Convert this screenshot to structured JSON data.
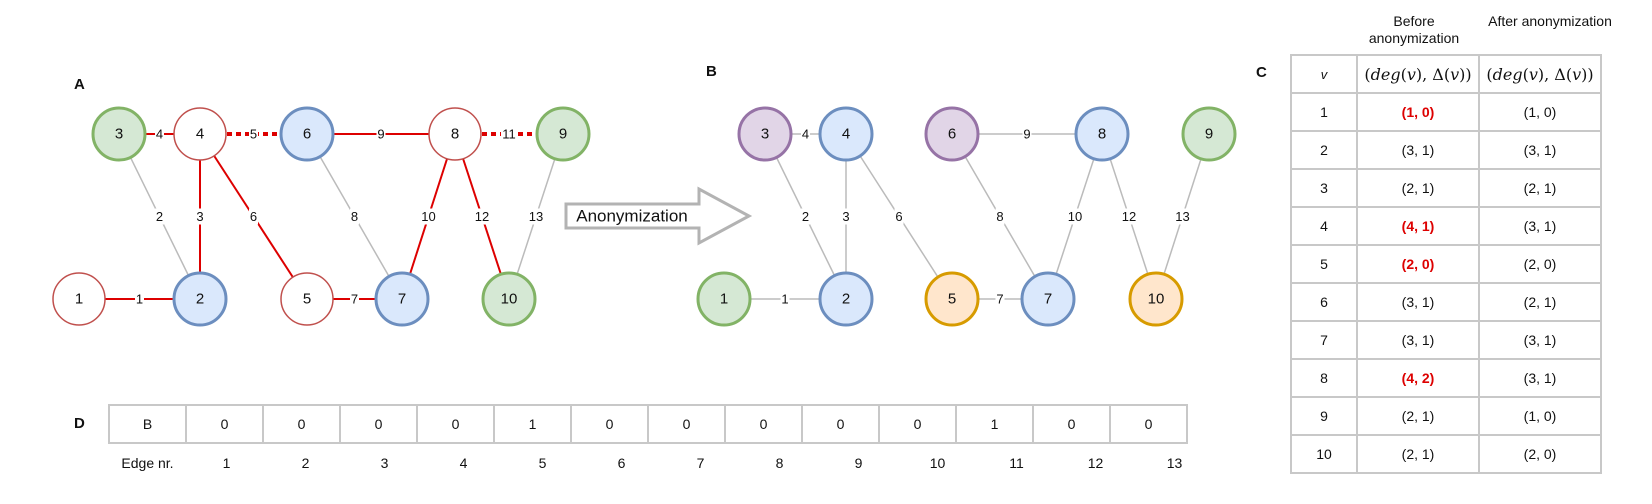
{
  "panels": {
    "a": "A",
    "b": "B",
    "c": "C",
    "d": "D"
  },
  "arrow_label": "Anonymization",
  "colors": {
    "red": "#dd0000",
    "red_node_border": "#c0504d",
    "gray_edge": "#bbbbbb",
    "green_fill": "#d5e8d4",
    "green_border": "#82b366",
    "blue_fill": "#dae8fc",
    "blue_border": "#6c8ebf",
    "purple_fill": "#e1d5e7",
    "purple_border": "#9673a6",
    "orange_fill": "#ffe6cc",
    "orange_border": "#d79b00",
    "white_fill": "#ffffff"
  },
  "graph_a": {
    "nodes": [
      {
        "id": "1",
        "style": "red-outline"
      },
      {
        "id": "2",
        "style": "blue"
      },
      {
        "id": "3",
        "style": "green"
      },
      {
        "id": "4",
        "style": "red-outline"
      },
      {
        "id": "5",
        "style": "red-outline"
      },
      {
        "id": "6",
        "style": "blue"
      },
      {
        "id": "7",
        "style": "blue"
      },
      {
        "id": "8",
        "style": "red-outline"
      },
      {
        "id": "9",
        "style": "green"
      },
      {
        "id": "10",
        "style": "green"
      }
    ],
    "edges": [
      {
        "label": "1",
        "from": "1",
        "to": "2",
        "style": "red"
      },
      {
        "label": "2",
        "from": "3",
        "to": "2",
        "style": "gray"
      },
      {
        "label": "3",
        "from": "4",
        "to": "2",
        "style": "red"
      },
      {
        "label": "4",
        "from": "3",
        "to": "4",
        "style": "red"
      },
      {
        "label": "5",
        "from": "4",
        "to": "6",
        "style": "red-dashed"
      },
      {
        "label": "6",
        "from": "4",
        "to": "5",
        "style": "red"
      },
      {
        "label": "7",
        "from": "5",
        "to": "7",
        "style": "red"
      },
      {
        "label": "8",
        "from": "6",
        "to": "7",
        "style": "gray"
      },
      {
        "label": "9",
        "from": "6",
        "to": "8",
        "style": "red"
      },
      {
        "label": "10",
        "from": "8",
        "to": "7",
        "style": "red"
      },
      {
        "label": "11",
        "from": "8",
        "to": "9",
        "style": "red-dashed"
      },
      {
        "label": "12",
        "from": "8",
        "to": "10",
        "style": "red"
      },
      {
        "label": "13",
        "from": "9",
        "to": "10",
        "style": "gray"
      }
    ]
  },
  "graph_b": {
    "nodes": [
      {
        "id": "1",
        "style": "green"
      },
      {
        "id": "2",
        "style": "blue"
      },
      {
        "id": "3",
        "style": "purple"
      },
      {
        "id": "4",
        "style": "blue"
      },
      {
        "id": "5",
        "style": "orange"
      },
      {
        "id": "6",
        "style": "purple"
      },
      {
        "id": "7",
        "style": "blue"
      },
      {
        "id": "8",
        "style": "blue"
      },
      {
        "id": "9",
        "style": "green"
      },
      {
        "id": "10",
        "style": "orange"
      }
    ],
    "edges": [
      {
        "label": "1",
        "from": "1",
        "to": "2",
        "style": "gray"
      },
      {
        "label": "2",
        "from": "3",
        "to": "2",
        "style": "gray"
      },
      {
        "label": "3",
        "from": "4",
        "to": "2",
        "style": "gray"
      },
      {
        "label": "4",
        "from": "3",
        "to": "4",
        "style": "gray"
      },
      {
        "label": "6",
        "from": "4",
        "to": "5",
        "style": "gray"
      },
      {
        "label": "7",
        "from": "5",
        "to": "7",
        "style": "gray"
      },
      {
        "label": "8",
        "from": "6",
        "to": "7",
        "style": "gray"
      },
      {
        "label": "9",
        "from": "6",
        "to": "8",
        "style": "gray"
      },
      {
        "label": "10",
        "from": "8",
        "to": "7",
        "style": "gray"
      },
      {
        "label": "12",
        "from": "8",
        "to": "10",
        "style": "gray"
      },
      {
        "label": "13",
        "from": "9",
        "to": "10",
        "style": "gray"
      }
    ]
  },
  "table_c": {
    "col_headings": {
      "before": "Before anonymization",
      "after": "After anonymization"
    },
    "header": {
      "v": "v",
      "before": "(deg(v), Δ(v))",
      "after": "(deg(v), Δ(v))"
    },
    "rows": [
      {
        "v": "1",
        "before": "(1, 0)",
        "before_highlight": true,
        "after": "(1, 0)"
      },
      {
        "v": "2",
        "before": "(3, 1)",
        "before_highlight": false,
        "after": "(3, 1)"
      },
      {
        "v": "3",
        "before": "(2, 1)",
        "before_highlight": false,
        "after": "(2, 1)"
      },
      {
        "v": "4",
        "before": "(4, 1)",
        "before_highlight": true,
        "after": "(3, 1)"
      },
      {
        "v": "5",
        "before": "(2, 0)",
        "before_highlight": true,
        "after": "(2, 0)"
      },
      {
        "v": "6",
        "before": "(3, 1)",
        "before_highlight": false,
        "after": "(2, 1)"
      },
      {
        "v": "7",
        "before": "(3, 1)",
        "before_highlight": false,
        "after": "(3, 1)"
      },
      {
        "v": "8",
        "before": "(4, 2)",
        "before_highlight": true,
        "after": "(3, 1)"
      },
      {
        "v": "9",
        "before": "(2, 1)",
        "before_highlight": false,
        "after": "(1, 0)"
      },
      {
        "v": "10",
        "before": "(2, 1)",
        "before_highlight": false,
        "after": "(2, 0)"
      }
    ]
  },
  "table_d": {
    "row_label": "B",
    "values": [
      "0",
      "0",
      "0",
      "0",
      "1",
      "0",
      "0",
      "0",
      "0",
      "0",
      "1",
      "0",
      "0"
    ],
    "footer_label": "Edge nr.",
    "edge_numbers": [
      "1",
      "2",
      "3",
      "4",
      "5",
      "6",
      "7",
      "8",
      "9",
      "10",
      "11",
      "12",
      "13"
    ]
  }
}
